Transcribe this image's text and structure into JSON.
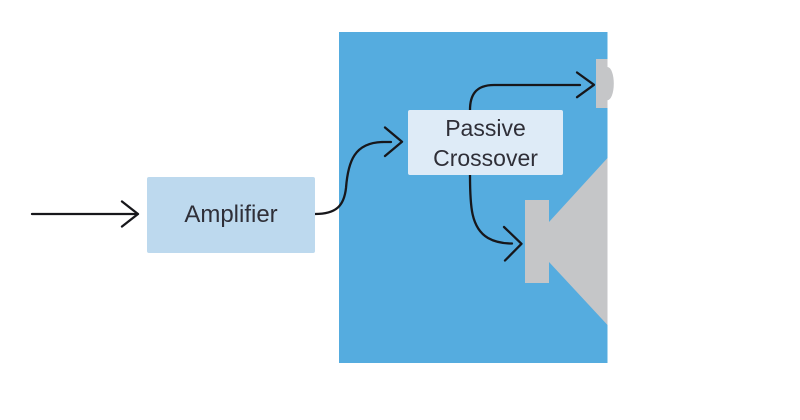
{
  "diagram": {
    "amplifier": {
      "label": "Amplifier"
    },
    "crossover": {
      "line1": "Passive",
      "line2": "Crossover"
    }
  },
  "icons": {
    "tweeter": "tweeter-dome-speaker-icon",
    "woofer": "woofer-cone-speaker-icon",
    "arrows": "open-chevron-arrowhead"
  },
  "colors": {
    "background": "#FFFFFF",
    "cabinet_fill": "#55ACDF",
    "amplifier_fill": "#BDD9EE",
    "crossover_fill": "#DEEBF7",
    "speaker_fill": "#C5C6C8",
    "line": "#17171B",
    "text": "#2F2F38"
  }
}
